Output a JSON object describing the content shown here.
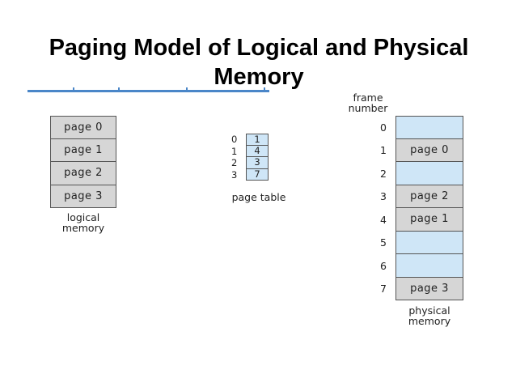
{
  "title": {
    "line1": "Paging Model of Logical and Physical",
    "line2": "Memory"
  },
  "logical_memory": {
    "pages": [
      "page 0",
      "page 1",
      "page 2",
      "page 3"
    ],
    "caption_line1": "logical",
    "caption_line2": "memory"
  },
  "page_table": {
    "indices": [
      "0",
      "1",
      "2",
      "3"
    ],
    "frames": [
      "1",
      "4",
      "3",
      "7"
    ],
    "caption": "page table"
  },
  "physical_memory": {
    "header_line1": "frame",
    "header_line2": "number",
    "frame_numbers": [
      "0",
      "1",
      "2",
      "3",
      "4",
      "5",
      "6",
      "7"
    ],
    "contents": [
      "",
      "page 0",
      "",
      "page 2",
      "page 1",
      "",
      "",
      "page 3"
    ],
    "caption_line1": "physical",
    "caption_line2": "memory"
  },
  "colors": {
    "used_frame": "#d6d6d6",
    "free_frame": "#cfe6f7",
    "rule": "#4a86c8"
  }
}
